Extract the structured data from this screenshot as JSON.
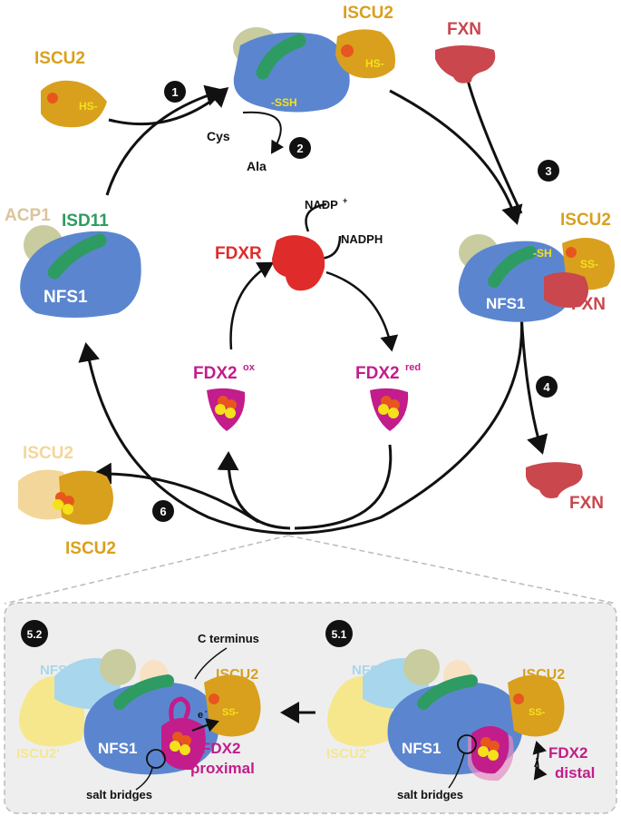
{
  "colors": {
    "nfs1": "#5b86cf",
    "isd11": "#2e9b63",
    "acp1": "#c9cc9e",
    "iscu2": "#d9a01e",
    "iscu2_light": "#f3d79a",
    "fxn": "#c9474d",
    "fdxr": "#e02b2b",
    "fdx2": "#c21d8a",
    "cluster_yellow": "#f4e11a",
    "cluster_orange": "#e8561f",
    "nfs1_prime": "#a8d6ec",
    "iscu2_prime": "#f6e78c",
    "panel_bg": "#eeeeee",
    "arrow": "#111111"
  },
  "labels": {
    "iscu2": "ISCU2",
    "fxn": "FXN",
    "nfs1": "NFS1",
    "isd11": "ISD11",
    "acp1": "ACP1",
    "fdxr": "FDXR",
    "fdx2": "FDX2",
    "ox": "ox",
    "red": "red",
    "nadp": "NADP",
    "nadp_sup": "+",
    "nadph": "NADPH",
    "cys": "Cys",
    "ala": "Ala",
    "hs": "HS-",
    "ssh": "-SSH",
    "sh": "-SH",
    "ss": "SS-",
    "nfs1_prime": "NFS1‘",
    "iscu2_prime": "ISCU2‘",
    "c_terminus": "C terminus",
    "electron": "e",
    "electron_sup": "-",
    "proximal": "proximal",
    "distal": "distal",
    "salt_bridges": "salt bridges"
  },
  "steps": [
    "1",
    "2",
    "3",
    "4",
    "5.1",
    "5.2",
    "6"
  ]
}
